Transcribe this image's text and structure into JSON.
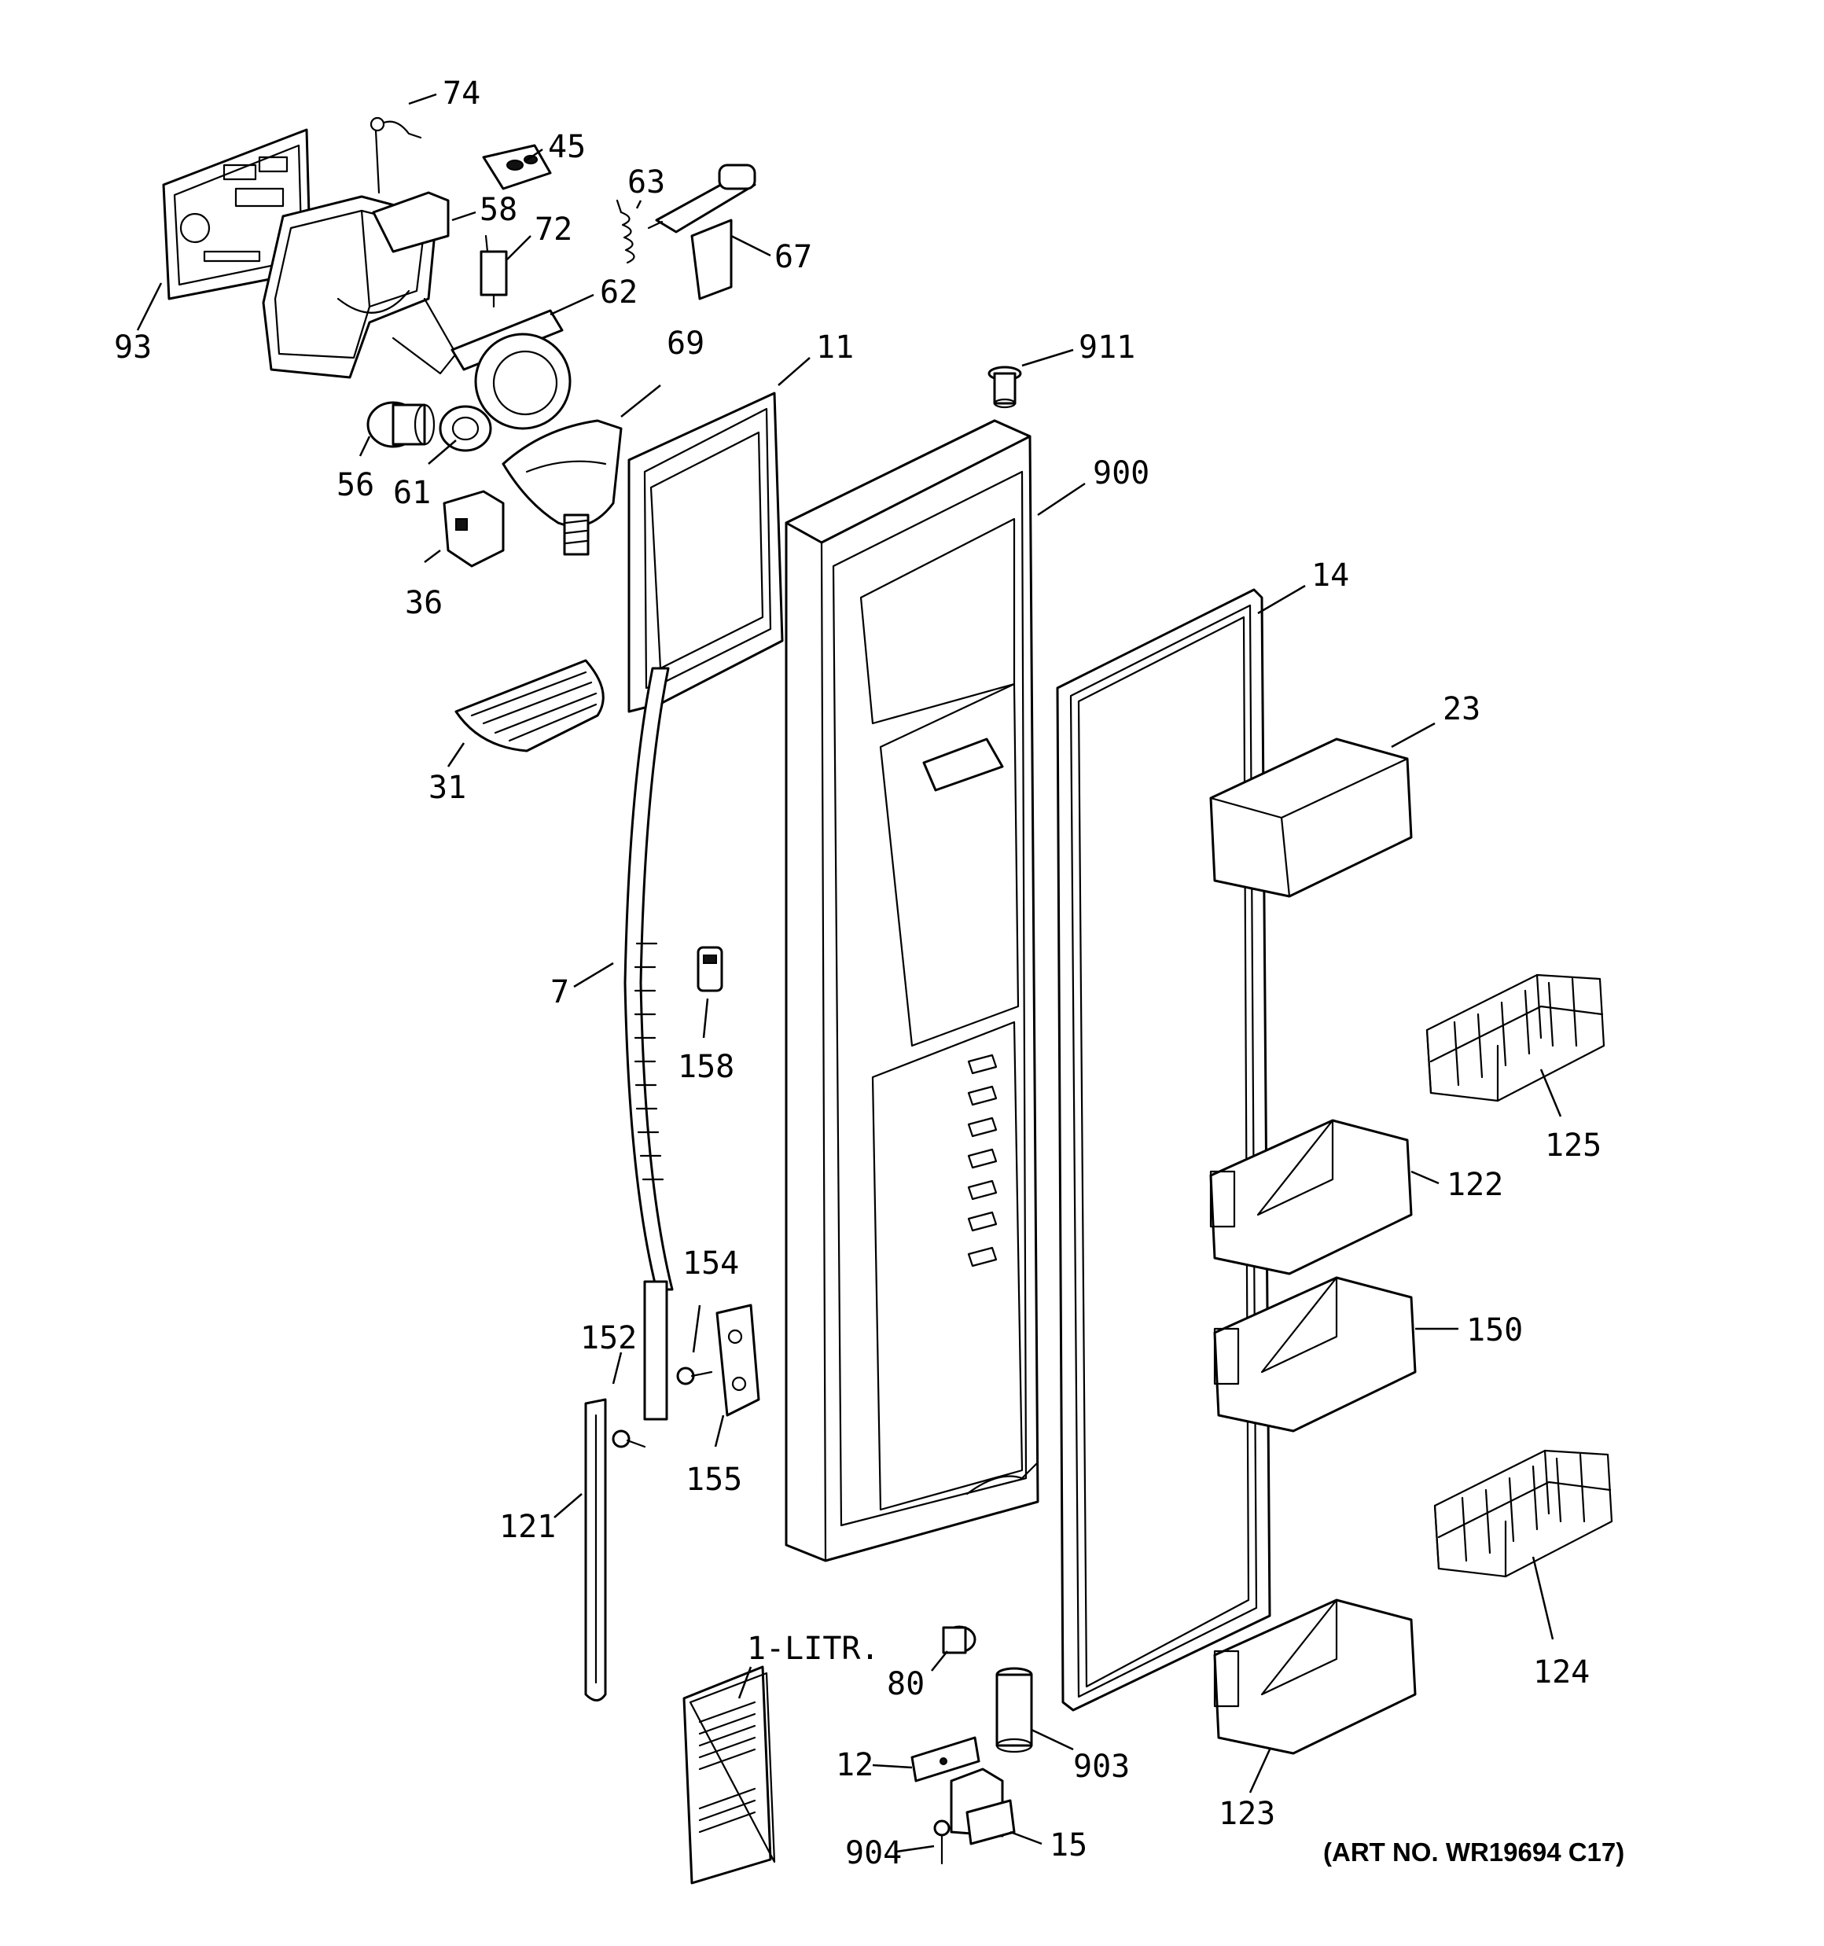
{
  "diagram": {
    "callouts": {
      "c74": "74",
      "c45": "45",
      "c63": "63",
      "c58": "58",
      "c72": "72",
      "c67": "67",
      "c93": "93",
      "c62": "62",
      "c69": "69",
      "c11": "11",
      "c911": "911",
      "c56": "56",
      "c61": "61",
      "c900": "900",
      "c36": "36",
      "c14": "14",
      "c23": "23",
      "c31": "31",
      "c7": "7",
      "c158": "158",
      "c125": "125",
      "c122": "122",
      "c154": "154",
      "c150": "150",
      "c152": "152",
      "c155": "155",
      "c121": "121",
      "c124": "124",
      "c1litr": "1-LITR.",
      "c80": "80",
      "c903": "903",
      "c12": "12",
      "c123": "123",
      "c15": "15",
      "c904": "904"
    },
    "art_number": "(ART NO. WR19694 C17)"
  }
}
